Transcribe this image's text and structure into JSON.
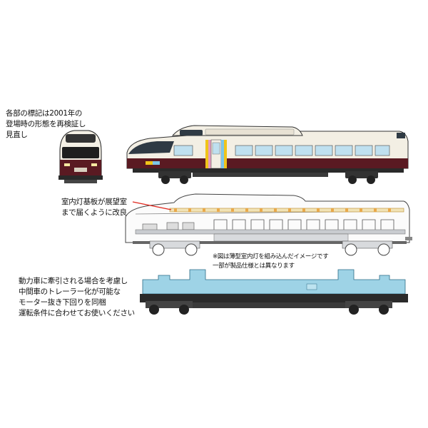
{
  "notes": {
    "marking": [
      "各部の標記は2001年の",
      "登場時の形態を再検証し",
      "見直し"
    ],
    "interior_board": [
      "室内灯基板が展望室",
      "まで届くように改良"
    ],
    "image_note": [
      "※図は薄型室内灯を組み込んだイメージです",
      "一部が製品仕様とは異なります"
    ],
    "motor": [
      "動力車に牽引される場合を考慮し",
      "中間車のトレーラー化が可能な",
      "モーター抜き下回りを同梱",
      "運転条件に合わせてお使いください"
    ]
  },
  "colors": {
    "body_cream": "#f3efe4",
    "maroon": "#5a1a22",
    "window_blue": "#bfe0ef",
    "chassis_blue": "#9ed3e6",
    "frame_black": "#2a2a2a",
    "stripe_yellow": "#f0c419",
    "stripe_pink": "#e59bbf",
    "stripe_sky": "#7cc6e8",
    "led_orange": "#e9a94a",
    "callout_red": "#e0281e"
  }
}
